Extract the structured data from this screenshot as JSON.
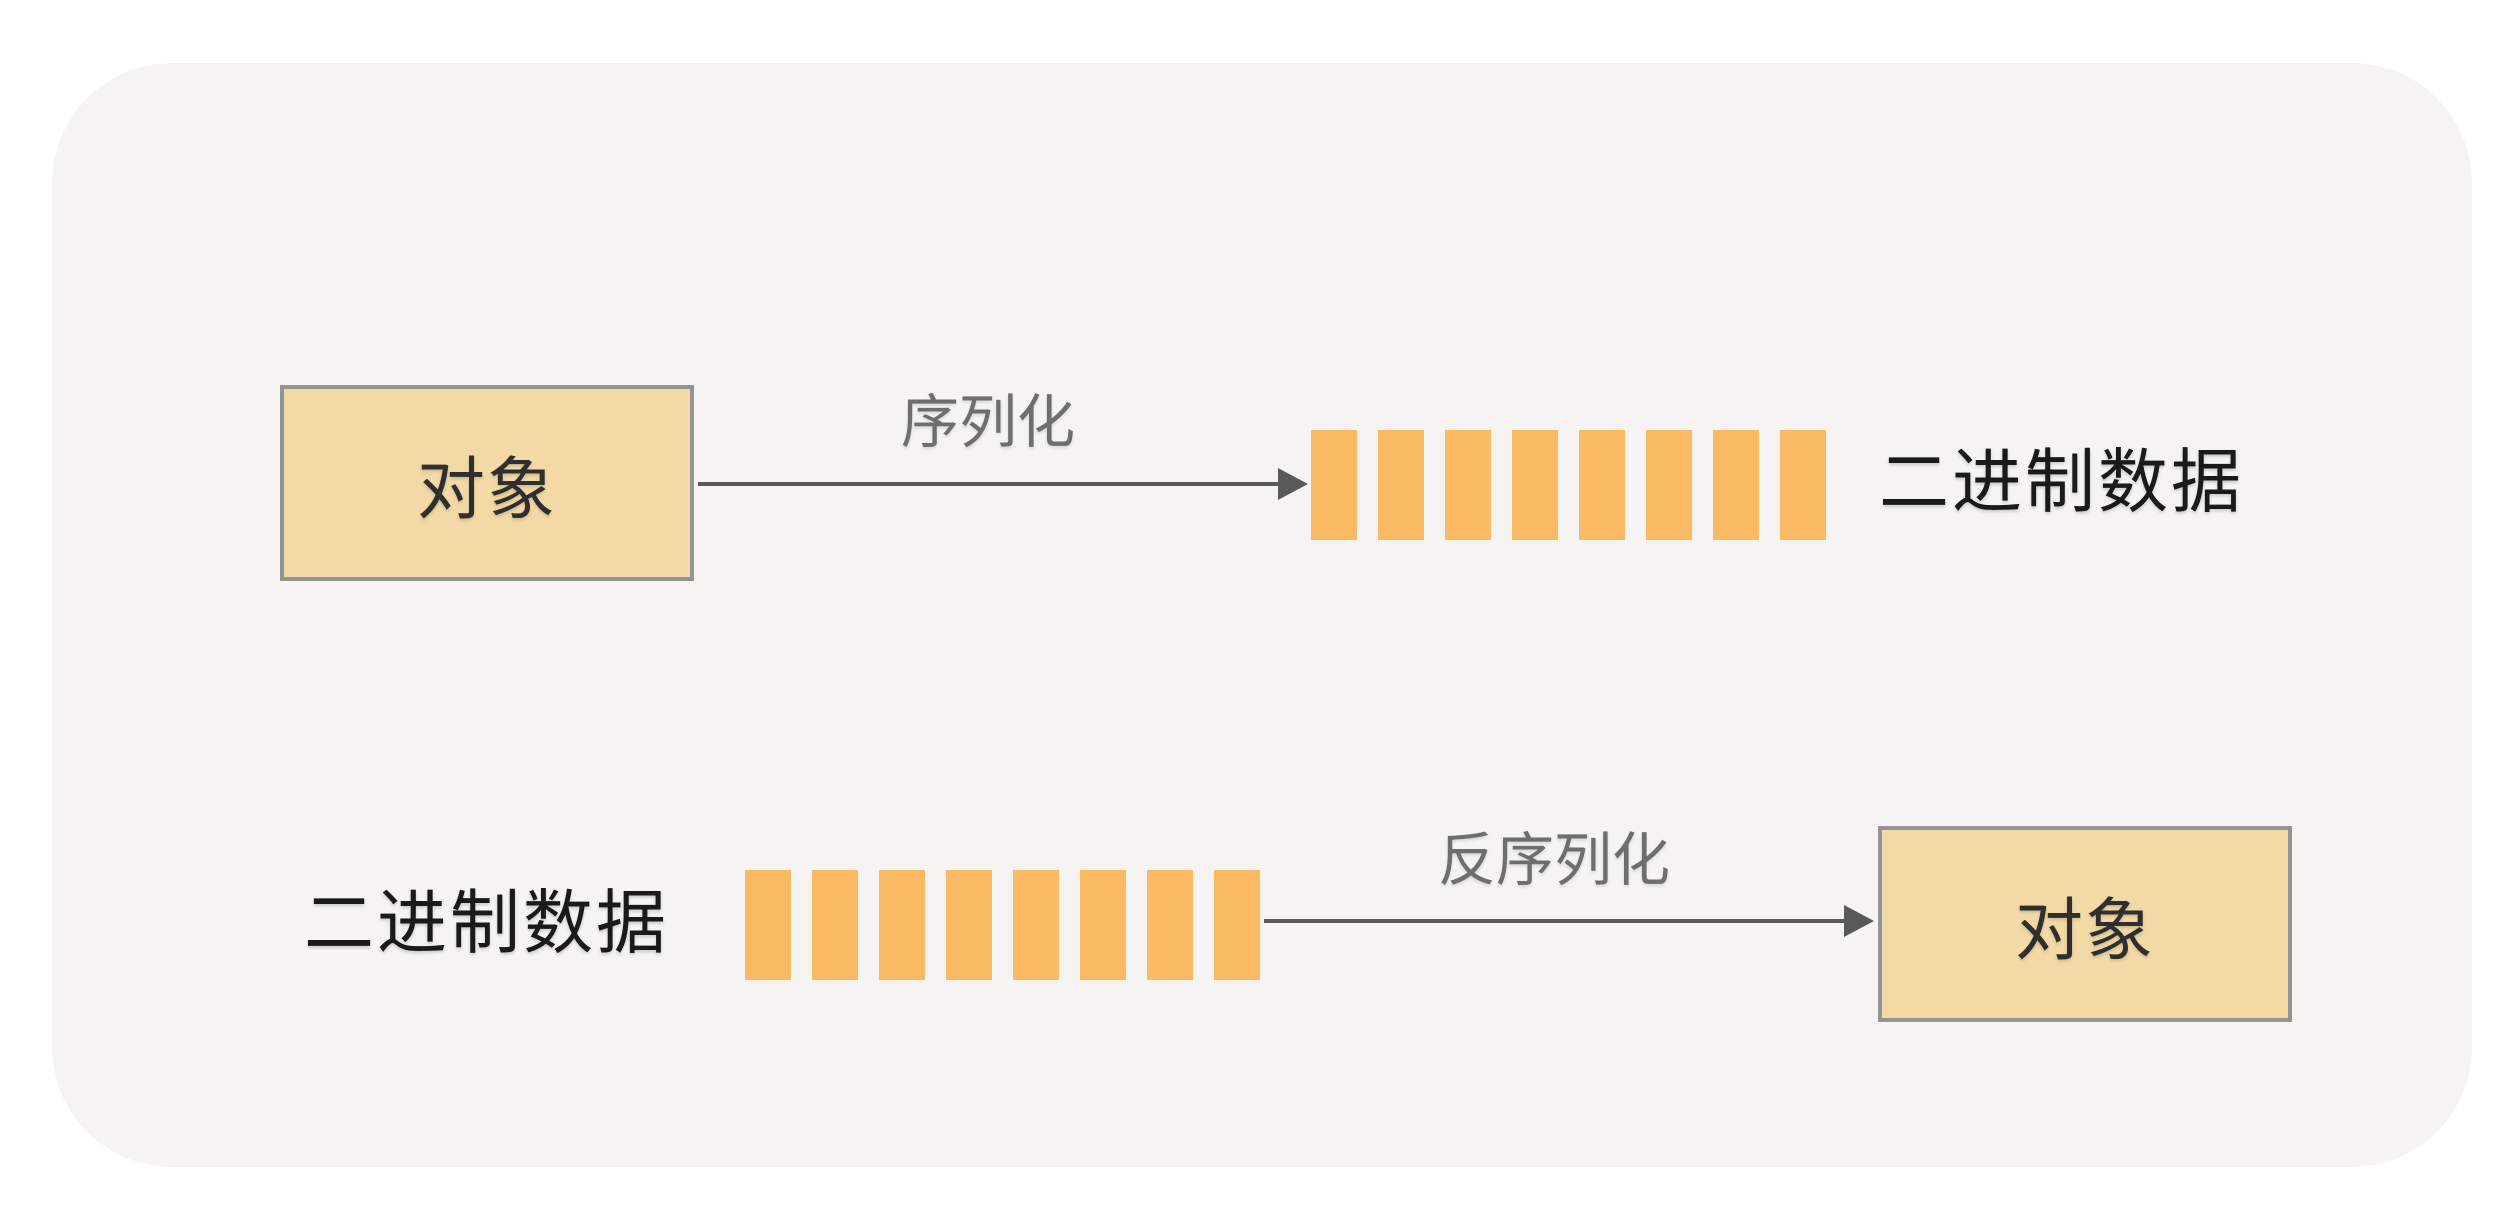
{
  "canvas": {
    "background_color": "#f5f4f2",
    "page_background_color": "#ffffff"
  },
  "colors": {
    "box_fill": "#f2d9a6",
    "box_border": "#949494",
    "bar_fill": "#faba64",
    "arrow": "#595959",
    "arrow_label_text": "#6e6e6e",
    "dark_text": "#1a1a1a"
  },
  "top_flow": {
    "source_box_label": "对象",
    "arrow_label": "序列化",
    "binary_segments": 8,
    "result_label": "二进制数据"
  },
  "bottom_flow": {
    "source_label": "二进制数据",
    "binary_segments": 8,
    "arrow_label": "反序列化",
    "result_box_label": "对象"
  }
}
